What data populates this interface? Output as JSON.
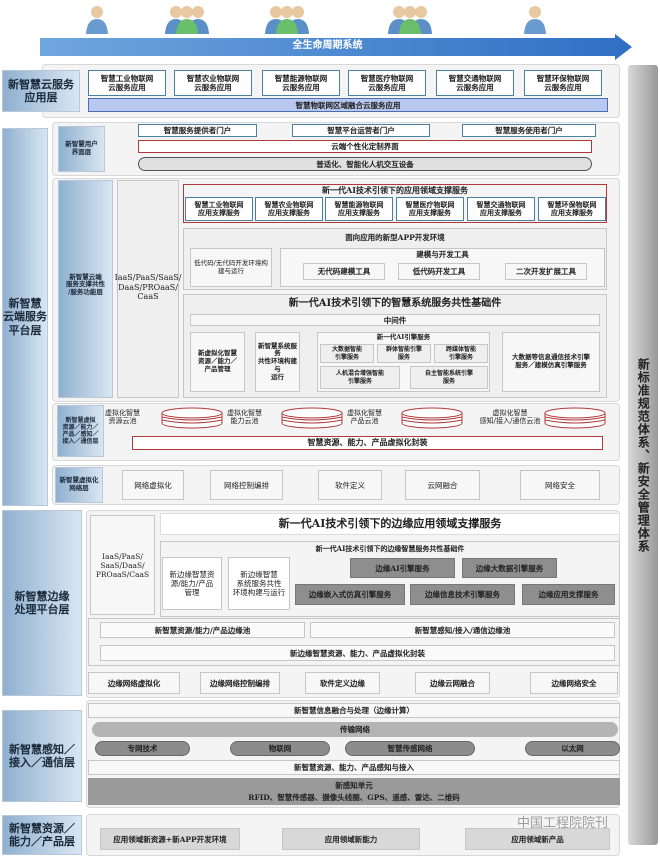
{
  "top": {
    "icons": [
      "user-icon",
      "user-group-icon",
      "user-group-icon",
      "user-group-icon",
      "user-icon"
    ],
    "lifecycle": "全生命周期系统"
  },
  "side": "新标准规范体系、新安全管理体系",
  "cloud_app": {
    "label": "新智慧云服务\n应用层",
    "apps": [
      "智慧工业物联网\n云服务应用",
      "智慧农业物联网\n云服务应用",
      "智慧能源物联网\n云服务应用",
      "智慧医疗物联网\n云服务应用",
      "智慧交通物联网\n云服务应用",
      "智慧环保物联网\n云服务应用"
    ],
    "fusion": "智慧物联网区域融合云服务应用"
  },
  "cloud_platform": {
    "label": "新智慧\n云端服务\n平台层",
    "ui": {
      "label": "新智慧用户\n界面层",
      "portals": [
        "智慧服务提供者门户",
        "智慧平台运营者门户",
        "智慧服务使用者门户"
      ],
      "custom": "云端个性化定制界面",
      "devices": "普适化、智能化人机交互设备"
    },
    "support": {
      "label": "新智慧云端\n服务支撑共性\n/服务功能层",
      "xaas": "IaaS/PaaS/SaaS/\nDaaS/PROaaS/\nCaaS",
      "domain": {
        "title": "新一代AI技术引领下的应用领域支撑服务",
        "items": [
          "智慧工业物联网\n应用支撑服务",
          "智慧农业物联网\n应用支撑服务",
          "智慧能源物联网\n应用支撑服务",
          "智慧医疗物联网\n应用支撑服务",
          "智慧交通物联网\n应用支撑服务",
          "智慧环保物联网\n应用支撑服务"
        ]
      },
      "app_env": {
        "title": "面向应用的新型APP开发环境",
        "lowcode": "低代码/无代码开发环境构\n建与运行",
        "modeling": {
          "title": "建模与开发工具",
          "tools": [
            "无代码建模工具",
            "低代码开发工具",
            "二次开发扩展工具"
          ]
        }
      },
      "base": {
        "title": "新一代AI技术引领下的智慧系统服务共性基础件",
        "middleware": "中间件",
        "virt_mgmt": "新虚拟化智慧\n资源／能力／\n产品管理",
        "env": "新智慧系统服务\n共性环境构建与\n运行",
        "ai": {
          "title": "新一代AI引擎服务",
          "engines": [
            "大数据智能\n引擎服务",
            "群体智能引擎\n服务",
            "跨媒体智能\n引擎服务",
            "人机混合增强智能\n引擎服务",
            "自主智能系统引擎\n服务"
          ]
        },
        "bigdata": "大数据等信息通信技术引擎\n服务／建模仿真引擎服务"
      }
    },
    "virt": {
      "label": "新智慧虚拟\n资源／能力／\n产品／感知／\n接入／通信层",
      "pools": [
        "虚拟化智慧\n资源云池",
        "虚拟化智慧\n能力云池",
        "虚拟化智慧\n产品云池",
        "虚拟化智慧\n感知/接入/通信云池"
      ],
      "packaging": "智慧资源、能力、产品虚拟化封装"
    },
    "net": {
      "label": "新智慧虚拟化\n网络层",
      "items": [
        "网络虚拟化",
        "网络控制编排",
        "软件定义",
        "云网融合",
        "网络安全"
      ]
    }
  },
  "edge": {
    "label": "新智慧边缘\n处理平台层",
    "xaas": "IaaS/PaaS/\nSaaS/DaaS/\nPROaaS/CaaS",
    "domain": "新一代AI技术引领下的边缘应用领域支撑服务",
    "base": {
      "title": "新一代AI技术引领下的边缘智慧服务共性基础件",
      "mgmt": "新边缘智慧资\n源/能力/产品\n管理",
      "env": "新边缘智慧\n系统服务共性\n环境构建与运行",
      "engines": [
        "边缘AI引擎服务",
        "边缘大数据引擎服务",
        "边缘嵌入式仿真引擎服务",
        "边缘信息技术引擎服务",
        "边缘应用支撑服务"
      ]
    },
    "pools": [
      "新智慧资源/能力/产品边缘池",
      "新智慧感知/接入/通信边缘池"
    ],
    "packaging": "新边缘智慧资源、能力、产品虚拟化封装",
    "net": [
      "边缘网络虚拟化",
      "边缘网络控制编排",
      "软件定义边缘",
      "边缘云网融合",
      "边缘网络安全"
    ]
  },
  "sensing": {
    "label": "新智慧感知／\n接入／通信层",
    "fusion": "新智慧信息融合与处理（边缘计算）",
    "transport": "传输网络",
    "nets": [
      "专网技术",
      "物联网",
      "智慧传感网络",
      "以太网"
    ],
    "access": "新智慧资源、能力、产品感知与接入",
    "unit_title": "新感知单元",
    "unit_items": "RFID、智慧传感器、摄像头线圈、GPS、遥感、雷达、二维码"
  },
  "resource": {
    "label": "新智慧资源／\n能力／产品层",
    "items": [
      "应用领域新资源+新APP开发环境",
      "应用领域新能力",
      "应用领域新产品"
    ]
  },
  "watermark": "中国工程院院刊"
}
